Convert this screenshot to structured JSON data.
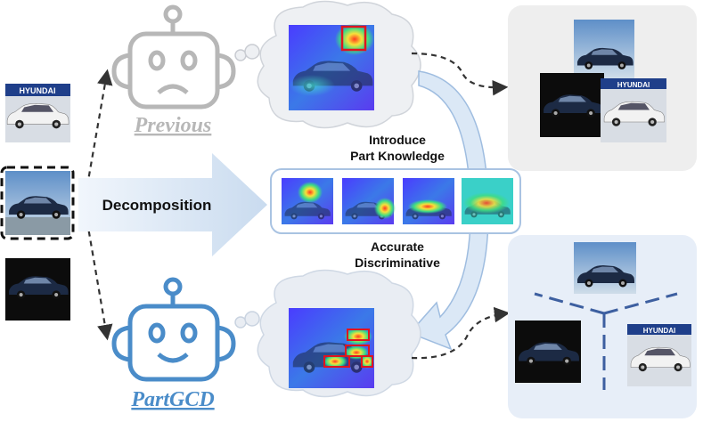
{
  "labels": {
    "previous": "Previous",
    "partgcd": "PartGCD",
    "decomposition": "Decomposition",
    "introduce_line1": "Introduce",
    "introduce_line2": "Part Knowledge",
    "accurate_line1": "Accurate",
    "accurate_line2": "Discriminative"
  },
  "photo_signs": {
    "hyundai": "HYUNDAI"
  },
  "colors": {
    "previous_gray": "#b7b7b7",
    "partgcd_blue": "#4a8cc9",
    "cloud_fill": "#e9edf3",
    "panel_gray": "#eeeeee",
    "panel_blue": "#e7eef8",
    "divider_blue": "#3d5fa0",
    "arrow_fill": "#dbe8f6"
  }
}
